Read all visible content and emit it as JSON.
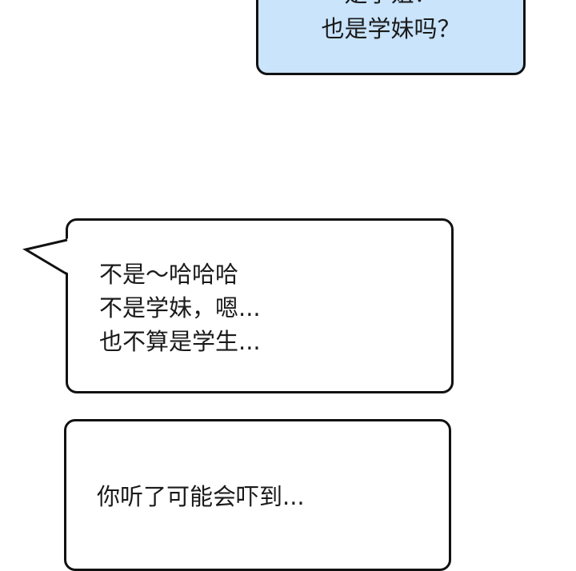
{
  "bubbles": [
    {
      "color": "#c9e4fb",
      "lines": [
        "是学姐？",
        "也是学妹吗？"
      ]
    },
    {
      "color": "#ffffff",
      "lines": [
        "不是～哈哈哈",
        "不是学妹，嗯...",
        "也不算是学生..."
      ]
    },
    {
      "color": "#ffffff",
      "lines": [
        "你听了可能会吓到..."
      ]
    }
  ]
}
